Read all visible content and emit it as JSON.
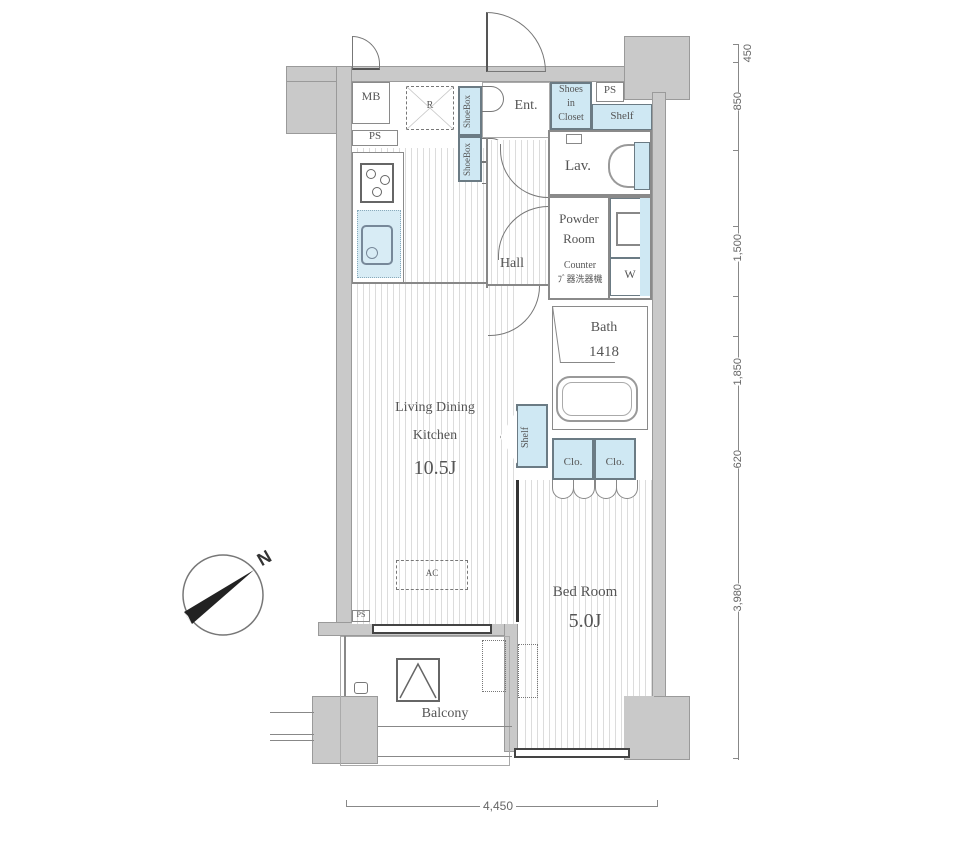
{
  "floorplan": {
    "rooms": {
      "ldk": {
        "name_line1": "Living Dining",
        "name_line2": "Kitchen",
        "size": "10.5J"
      },
      "bedroom": {
        "name": "Bed Room",
        "size": "5.0J"
      },
      "entrance": {
        "name": "Ent."
      },
      "hall": {
        "name": "Hall"
      },
      "lavatory": {
        "name": "Lav."
      },
      "powder_room": {
        "name_line1": "Powder",
        "name_line2": "Room",
        "counter_line1": "Counter",
        "counter_line2": "ﾌﾞ器洗器機"
      },
      "bath": {
        "name": "Bath",
        "size": "1418"
      },
      "balcony": {
        "name": "Balcony"
      }
    },
    "fixtures": {
      "mb": "MB",
      "ps_left": "PS",
      "ps_right": "PS",
      "refrigerator": "R",
      "shoe_box_top": "ShoeBox",
      "shoe_box_bottom": "ShoeBox",
      "shoes_in_closet_line1": "Shoes",
      "shoes_in_closet_line2": "in",
      "shoes_in_closet_line3": "Closet",
      "shelf_top": "Shelf",
      "shelf_ldk": "Shelf",
      "washer": "W",
      "closet_1": "Clo.",
      "closet_2": "Clo.",
      "ac": "AC",
      "ps_small": "PS"
    },
    "compass": {
      "label": "N",
      "icon": "north-arrow-icon"
    },
    "dimensions": {
      "vertical": [
        "450",
        "850",
        "1,500",
        "1,850",
        "620",
        "3,980"
      ],
      "horizontal": "4,450"
    }
  }
}
